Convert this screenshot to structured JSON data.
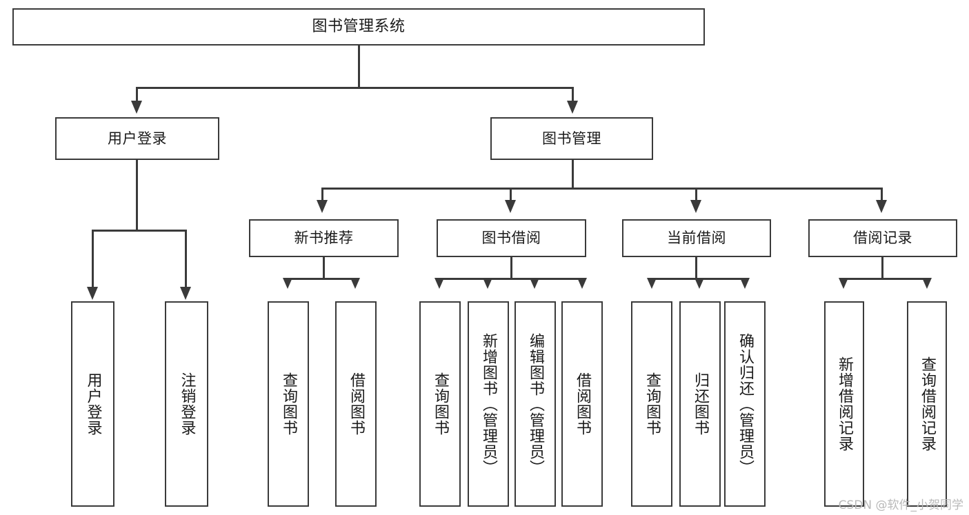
{
  "diagram": {
    "type": "tree",
    "title": "图书管理系统",
    "root": {
      "label": "图书管理系统"
    },
    "level2": [
      {
        "label": "用户登录"
      },
      {
        "label": "图书管理"
      }
    ],
    "level3": [
      {
        "label": "新书推荐"
      },
      {
        "label": "图书借阅"
      },
      {
        "label": "当前借阅"
      },
      {
        "label": "借阅记录"
      }
    ],
    "leaves": {
      "user_login": [
        {
          "label": "用户登录"
        },
        {
          "label": "注销登录"
        }
      ],
      "new_book": [
        {
          "label": "查询图书"
        },
        {
          "label": "借阅图书"
        }
      ],
      "book_borrow": [
        {
          "label": "查询图书"
        },
        {
          "label": "新增图书（管理员）"
        },
        {
          "label": "编辑图书（管理员）"
        },
        {
          "label": "借阅图书"
        }
      ],
      "current_borrow": [
        {
          "label": "查询图书"
        },
        {
          "label": "归还图书"
        },
        {
          "label": "确认归还（管理员）"
        }
      ],
      "borrow_record": [
        {
          "label": "新增借阅记录"
        },
        {
          "label": "查询借阅记录"
        }
      ]
    }
  },
  "watermark": {
    "text": "CSDN @软件_小贺同学"
  },
  "colors": {
    "stroke": "#3a3a3a",
    "text": "#1a1a1a",
    "background": "#ffffff",
    "watermark": "#b9b9b9"
  }
}
